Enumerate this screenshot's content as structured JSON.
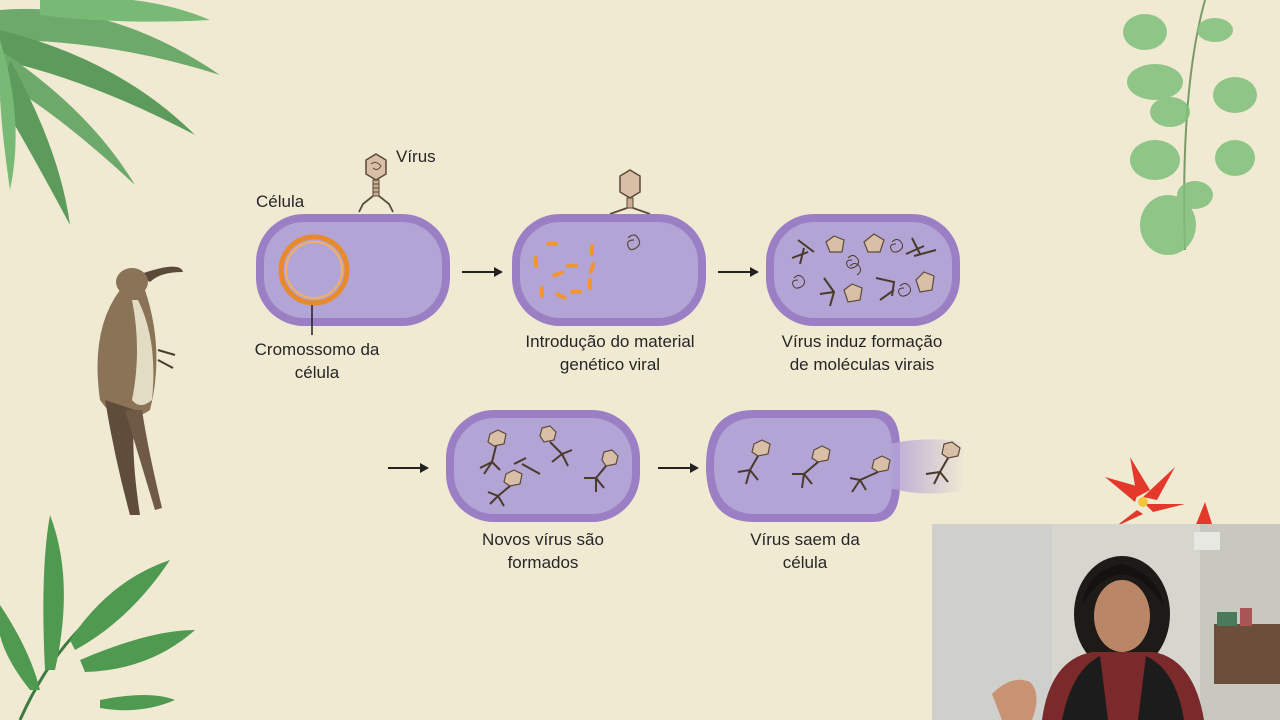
{
  "diagram": {
    "labels": {
      "virus": "Vírus",
      "cell": "Célula",
      "chromosome_line1": "Cromossomo da",
      "chromosome_line2": "célula",
      "step2_line1": "Introdução do material",
      "step2_line2": "genético viral",
      "step3_line1": "Vírus induz formação",
      "step3_line2": "de moléculas virais",
      "step4_line1": "Novos vírus são",
      "step4_line2": "formados",
      "step5_line1": "Vírus saem da",
      "step5_line2": "célula"
    }
  },
  "colors": {
    "background": "#f1ead3",
    "cell_membrane": "#9b7fc4",
    "cell_inner": "#b3a4d6",
    "chromosome": "#e8892b",
    "virus_head": "#d9bfa6"
  },
  "icons": {
    "virus": "bacteriophage-icon",
    "decoration": [
      "palm-leaf",
      "eucalyptus-branch",
      "bird",
      "red-flower"
    ]
  }
}
